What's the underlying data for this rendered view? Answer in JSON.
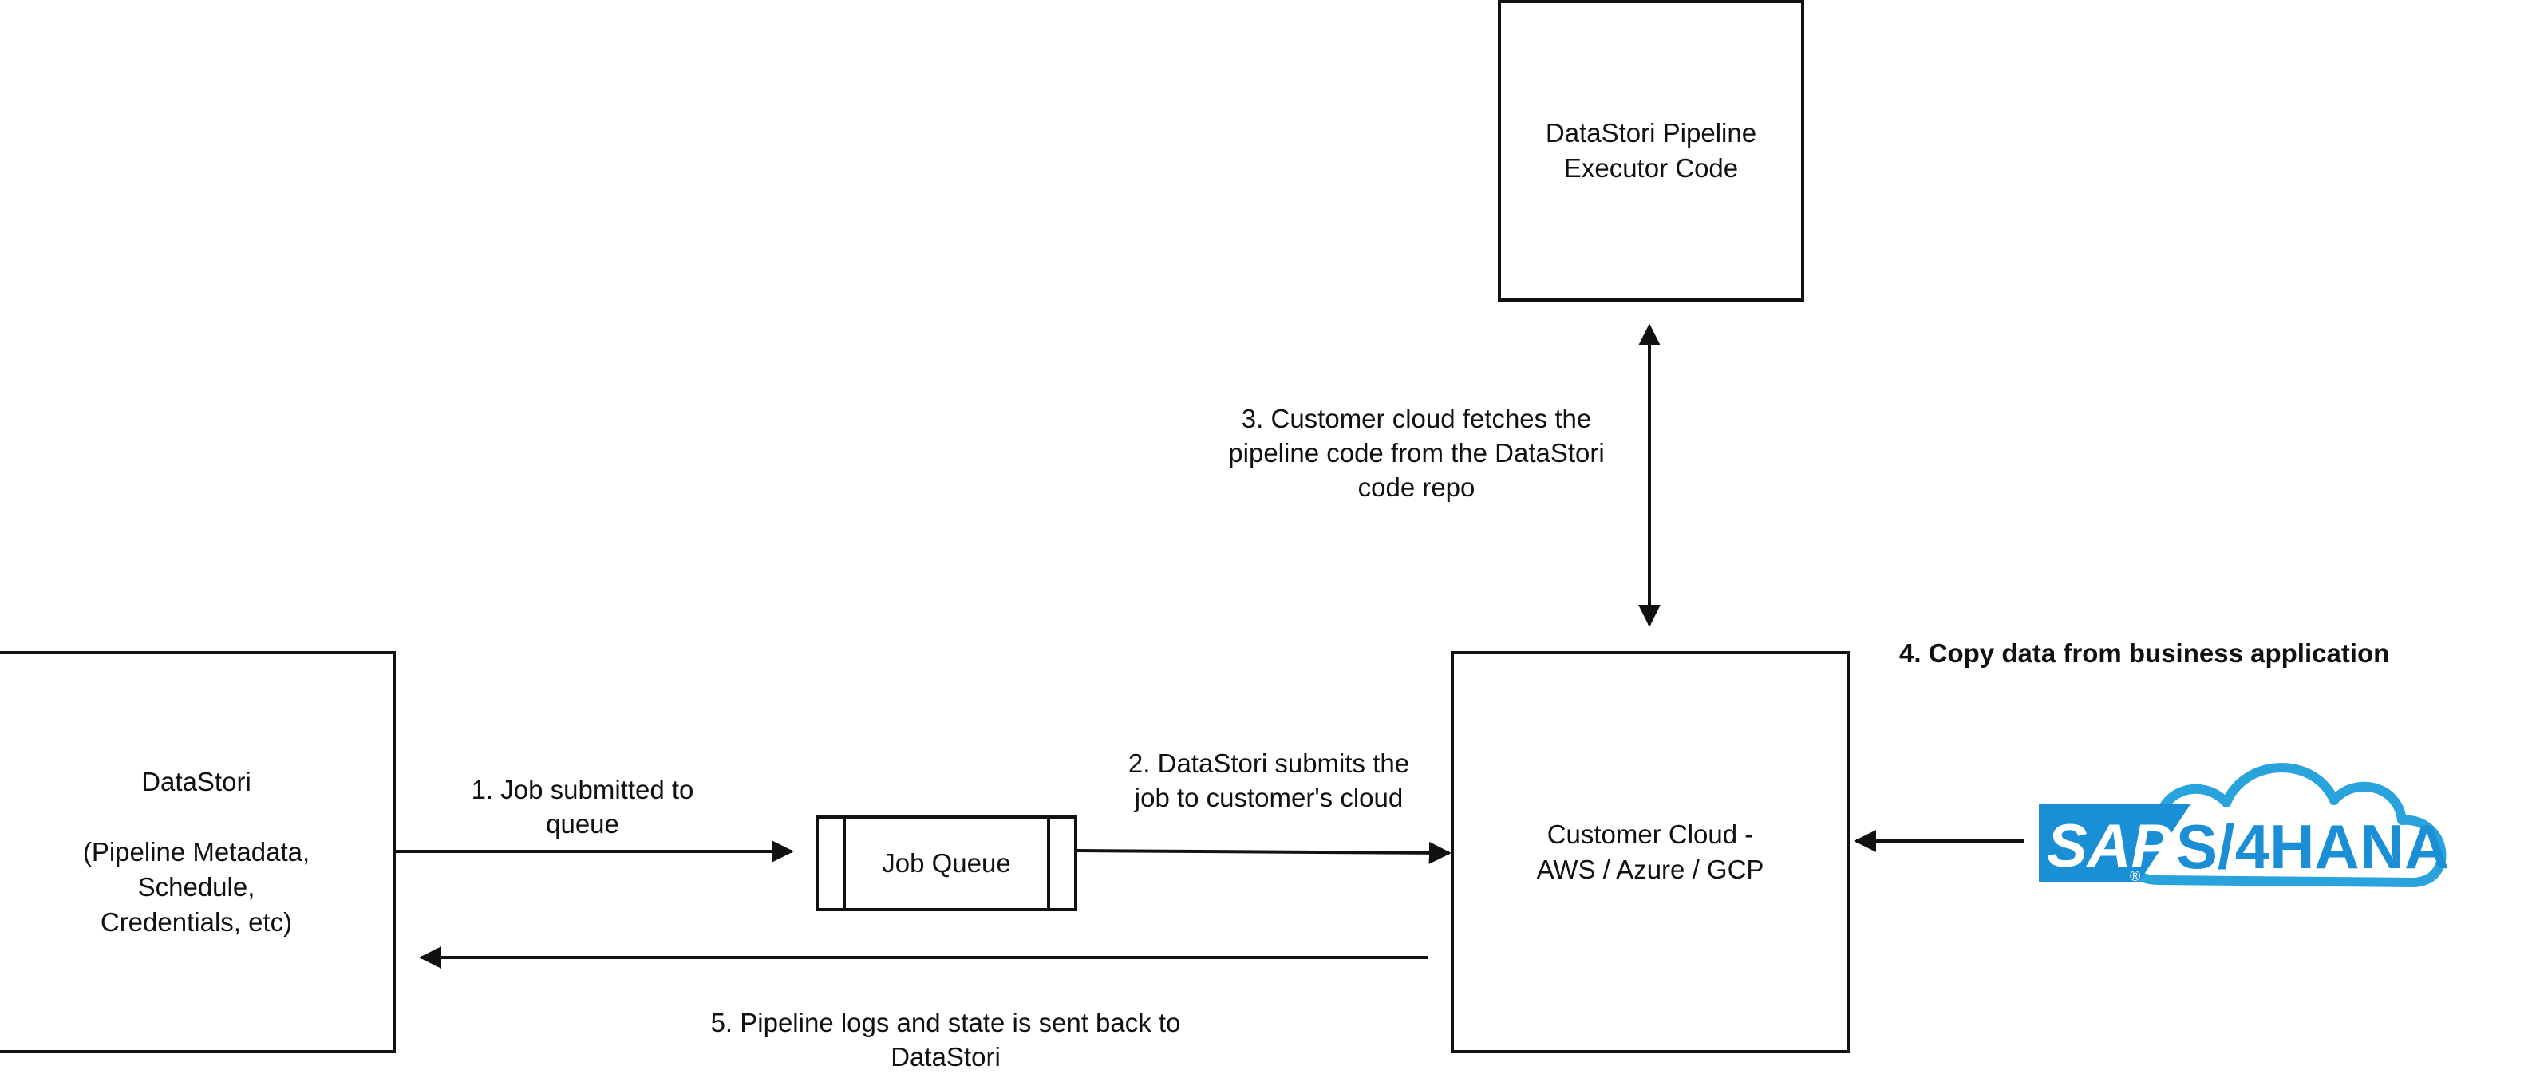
{
  "boxes": {
    "executor": "DataStori Pipeline\nExecutor Code",
    "datastori": "DataStori\n\n(Pipeline Metadata,\nSchedule,\nCredentials, etc)",
    "customer_cloud": "Customer Cloud -\nAWS / Azure / GCP",
    "job_queue": "Job Queue"
  },
  "steps": {
    "step1": "1. Job submitted to\nqueue",
    "step2": "2. DataStori submits the\njob to customer's cloud",
    "step3": "3. Customer cloud fetches the\npipeline code from the DataStori\ncode repo",
    "step4": "4. Copy data from business application",
    "step5": "5. Pipeline logs and state is sent back to\nDataStori"
  },
  "logo": {
    "sap": "SAP",
    "registered": "®",
    "product": "S/4HANA"
  },
  "colors": {
    "line": "#111111",
    "sap_blue": "#1b8fd6",
    "sap_dark": "#0a6fb8",
    "hana_blue": "#29a3dc"
  }
}
